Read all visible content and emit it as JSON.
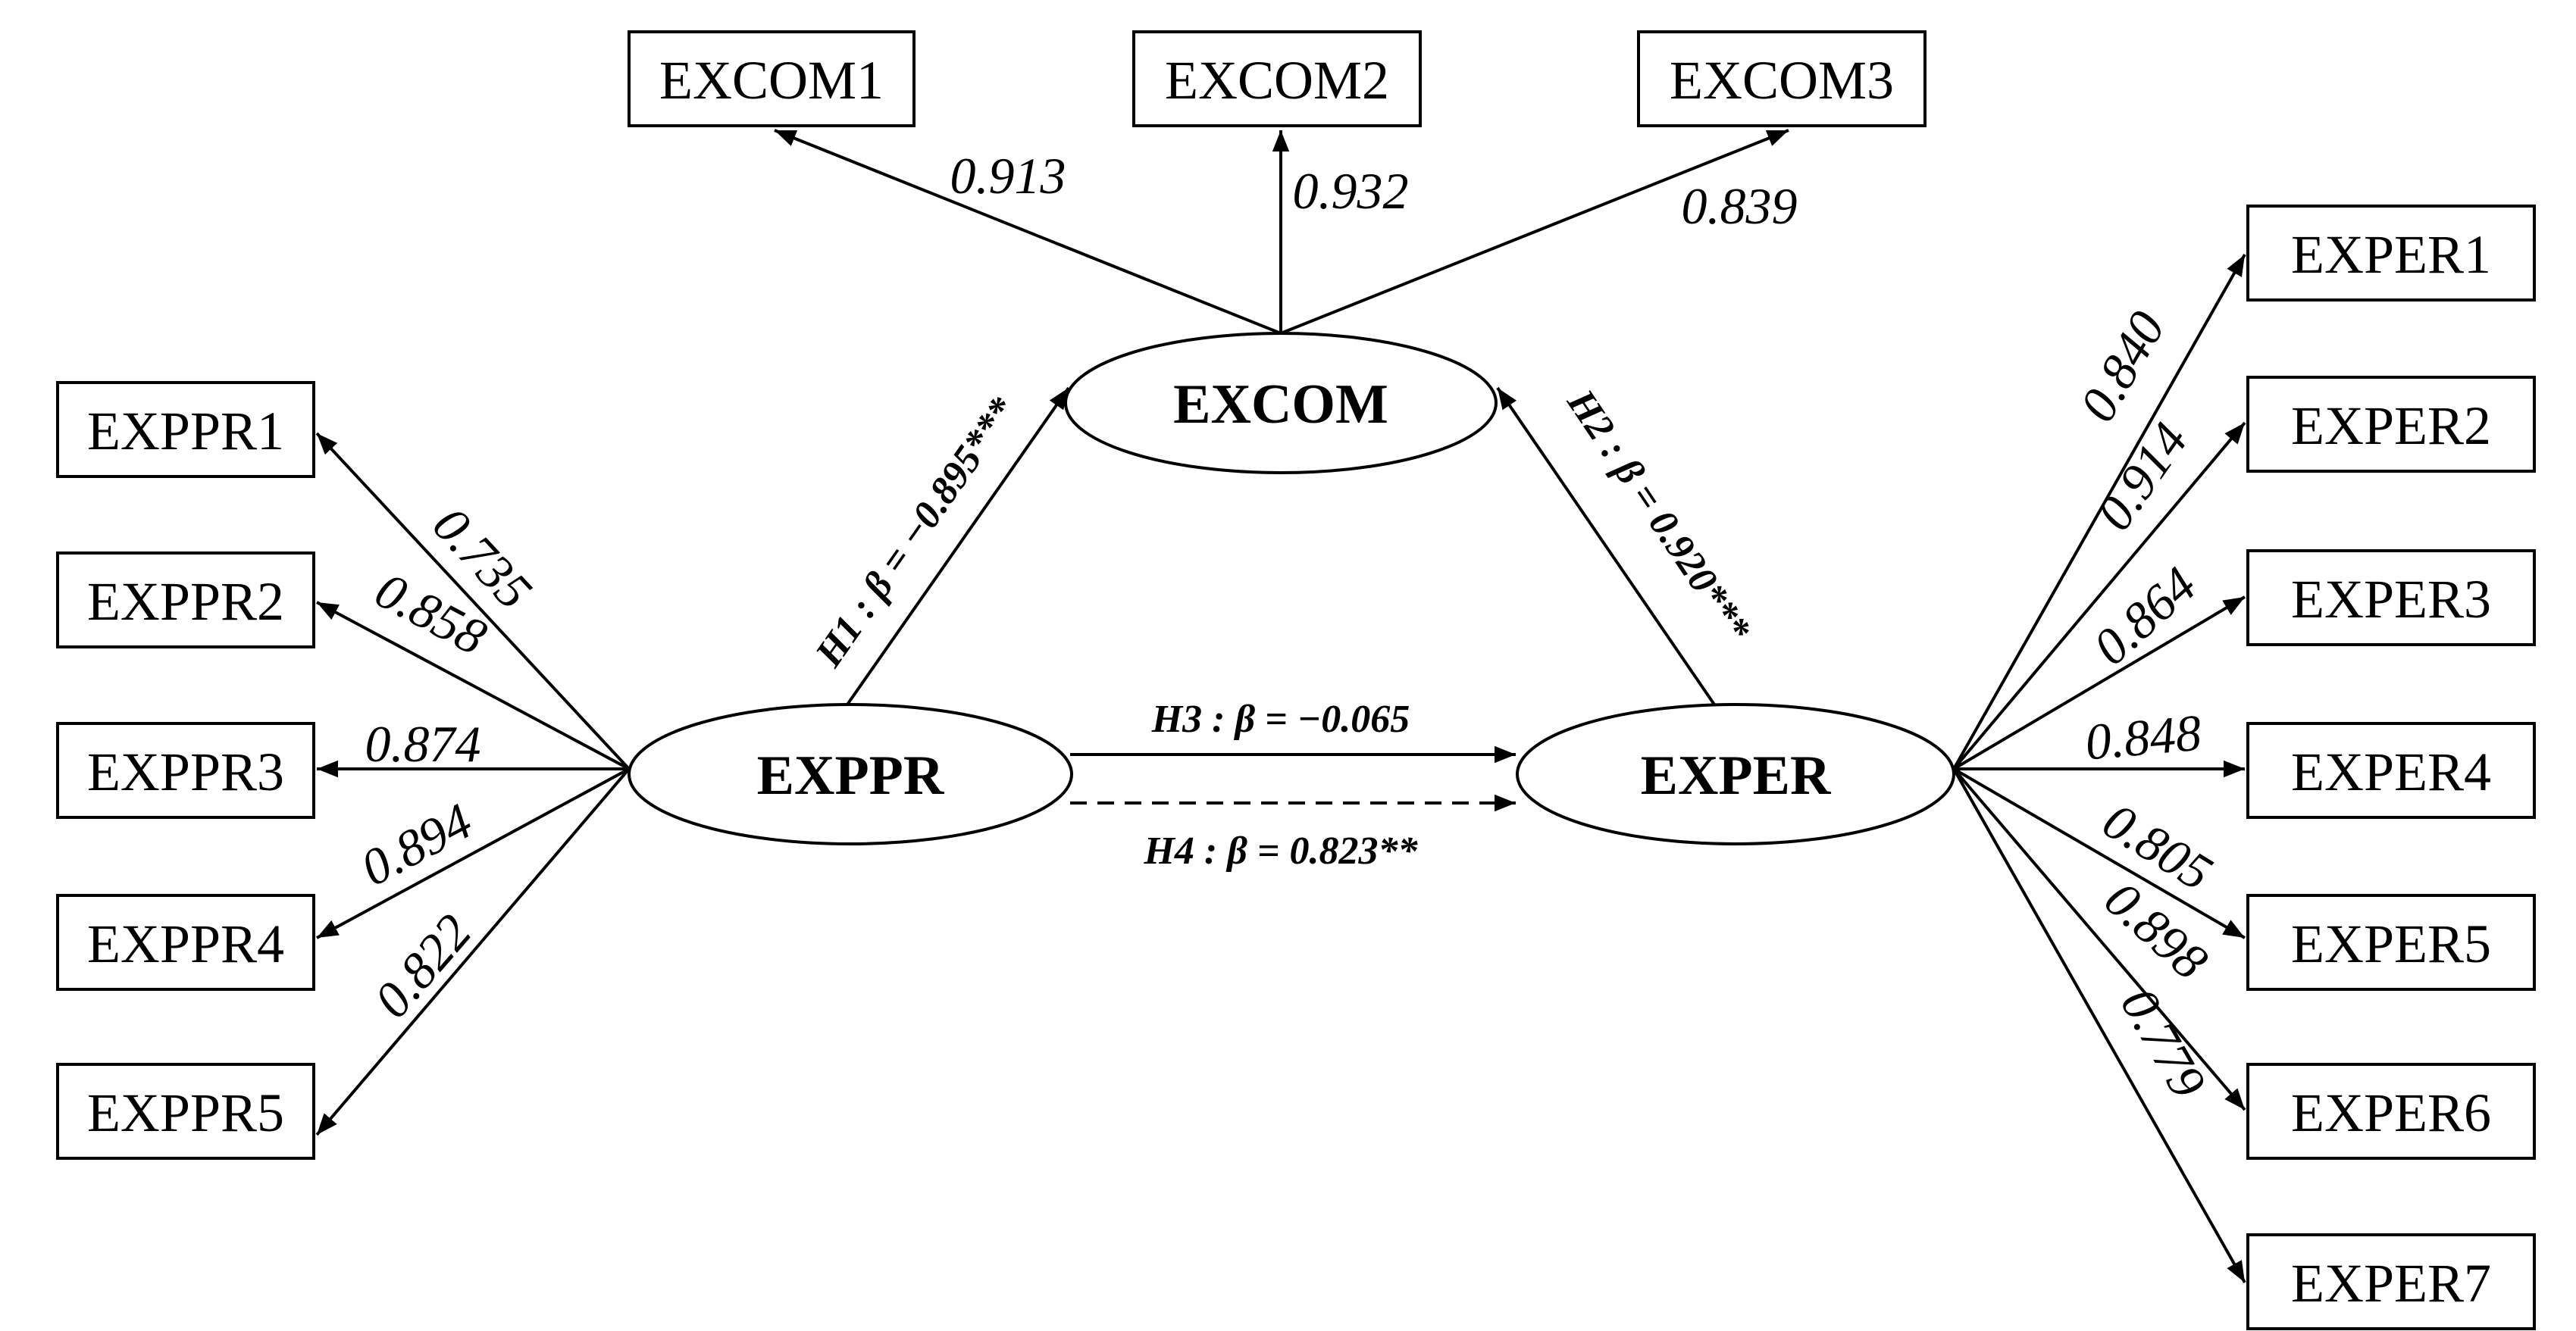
{
  "latent": {
    "excom": "EXCOM",
    "exppr": "EXPPR",
    "exper": "EXPER"
  },
  "indicators": {
    "excom": [
      "EXCOM1",
      "EXCOM2",
      "EXCOM3"
    ],
    "exppr": [
      "EXPPR1",
      "EXPPR2",
      "EXPPR3",
      "EXPPR4",
      "EXPPR5"
    ],
    "exper": [
      "EXPER1",
      "EXPER2",
      "EXPER3",
      "EXPER4",
      "EXPER5",
      "EXPER6",
      "EXPER7"
    ]
  },
  "loadings": {
    "excom": [
      "0.913",
      "0.932",
      "0.839"
    ],
    "exppr": [
      "0.735",
      "0.858",
      "0.874",
      "0.894",
      "0.822"
    ],
    "exper": [
      "0.840",
      "0.914",
      "0.864",
      "0.848",
      "0.805",
      "0.898",
      "0.779"
    ]
  },
  "paths": {
    "h1": "H1 : β = −0.895***",
    "h2": "H2 : β = 0.920***",
    "h3": "H3 : β = −0.065",
    "h4": "H4 : β = 0.823**"
  }
}
